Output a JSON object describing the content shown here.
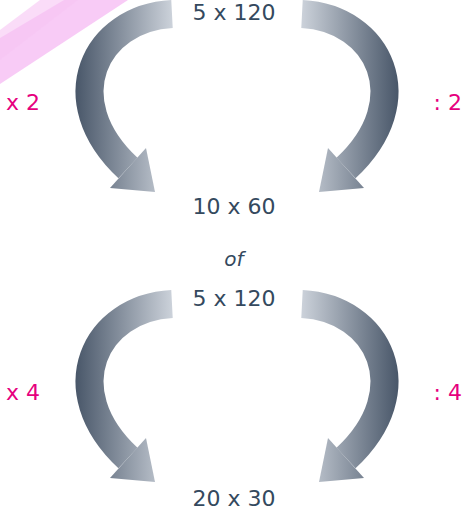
{
  "diagram": {
    "labels": [
      "5 x 120",
      "x 2",
      ": 2",
      "10 x 60",
      "of",
      "5 x 120",
      "x 4",
      ": 4",
      "20 x 30"
    ]
  }
}
